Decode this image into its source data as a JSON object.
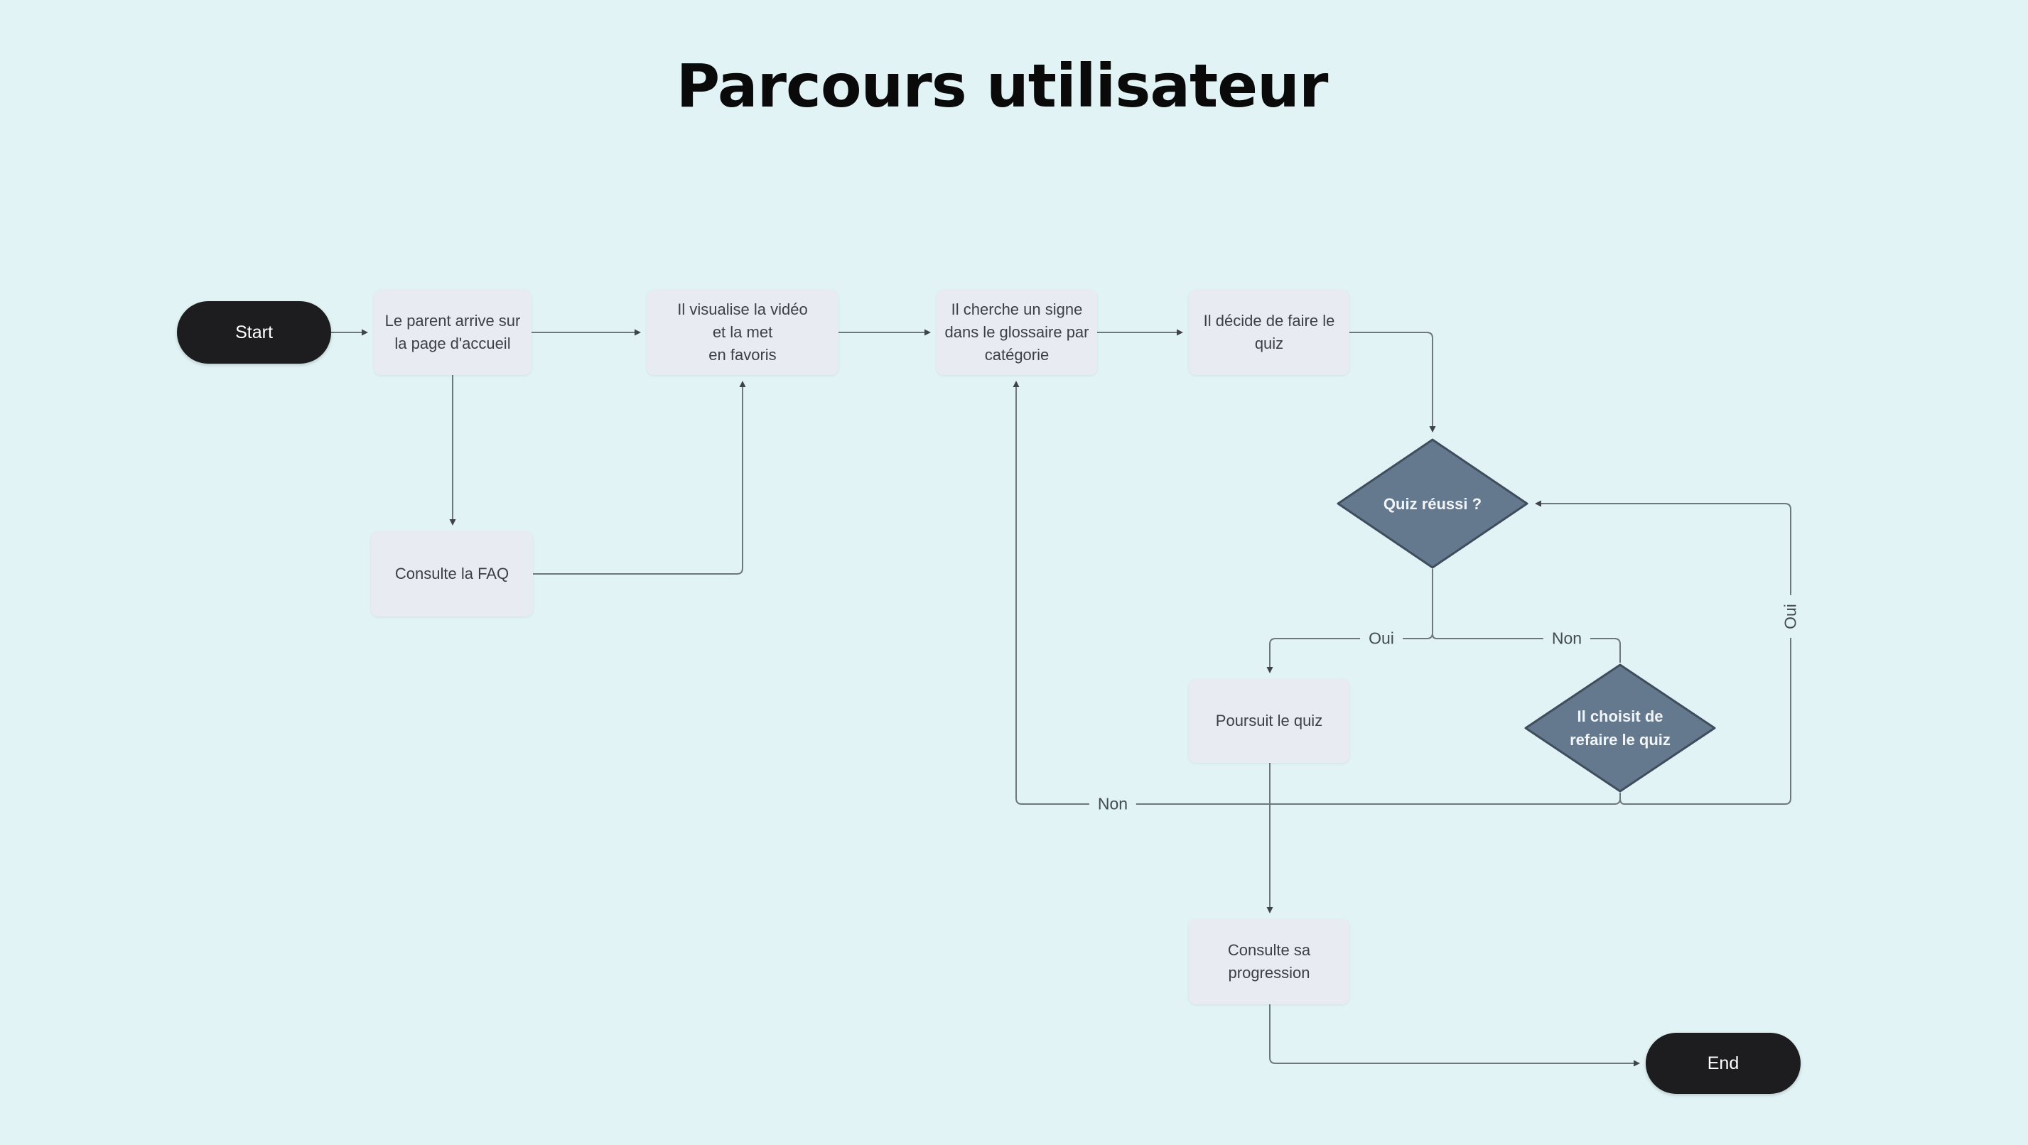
{
  "title": "Parcours utilisateur",
  "colors": {
    "background": "#e1f3f5",
    "node_fill": "#e9ebf3",
    "node_text": "#3b4045",
    "decision_fill": "#64798e",
    "decision_border": "#3f4d5c",
    "decision_text": "#f2f5f8",
    "terminal_fill": "#1d1d1f",
    "terminal_text": "#ffffff",
    "connector": "#6f777e",
    "arrowhead": "#3e4449",
    "edge_label_text": "#434a51",
    "title_text": "#0a0a0a"
  },
  "nodes": {
    "start": {
      "label": "Start",
      "type": "terminal"
    },
    "arrive": {
      "label": "Le parent arrive sur\nla page d'accueil",
      "type": "process"
    },
    "video": {
      "label": "Il visualise la vidéo\net la met\nen favoris",
      "type": "process"
    },
    "glossaire": {
      "label": "Il cherche un signe\ndans le glossaire par\ncatégorie",
      "type": "process"
    },
    "quiz": {
      "label": "Il décide de faire le\nquiz",
      "type": "process"
    },
    "faq": {
      "label": "Consulte la FAQ",
      "type": "process"
    },
    "quiz_reussi": {
      "label": "Quiz réussi  ?",
      "type": "decision"
    },
    "poursuit": {
      "label": "Poursuit le quiz",
      "type": "process"
    },
    "refaire": {
      "label": "Il choisit de\nrefaire le quiz",
      "type": "decision"
    },
    "progression": {
      "label": "Consulte sa\nprogression",
      "type": "process"
    },
    "end": {
      "label": "End",
      "type": "terminal"
    }
  },
  "edge_labels": {
    "quiz_reussi_oui": "Oui",
    "quiz_reussi_non": "Non",
    "refaire_non": "Non",
    "refaire_oui": "Oui"
  },
  "edges": [
    {
      "from": "start",
      "to": "arrive",
      "label": ""
    },
    {
      "from": "arrive",
      "to": "video",
      "label": ""
    },
    {
      "from": "video",
      "to": "glossaire",
      "label": ""
    },
    {
      "from": "glossaire",
      "to": "quiz",
      "label": ""
    },
    {
      "from": "arrive",
      "to": "faq",
      "label": ""
    },
    {
      "from": "faq",
      "to": "video",
      "label": ""
    },
    {
      "from": "quiz",
      "to": "quiz_reussi",
      "label": ""
    },
    {
      "from": "quiz_reussi",
      "to": "poursuit",
      "label": "Oui"
    },
    {
      "from": "quiz_reussi",
      "to": "refaire",
      "label": "Non"
    },
    {
      "from": "refaire",
      "to": "glossaire",
      "label": "Non"
    },
    {
      "from": "refaire",
      "to": "quiz_reussi",
      "label": "Oui"
    },
    {
      "from": "poursuit",
      "to": "progression",
      "label": ""
    },
    {
      "from": "progression",
      "to": "end",
      "label": ""
    }
  ]
}
